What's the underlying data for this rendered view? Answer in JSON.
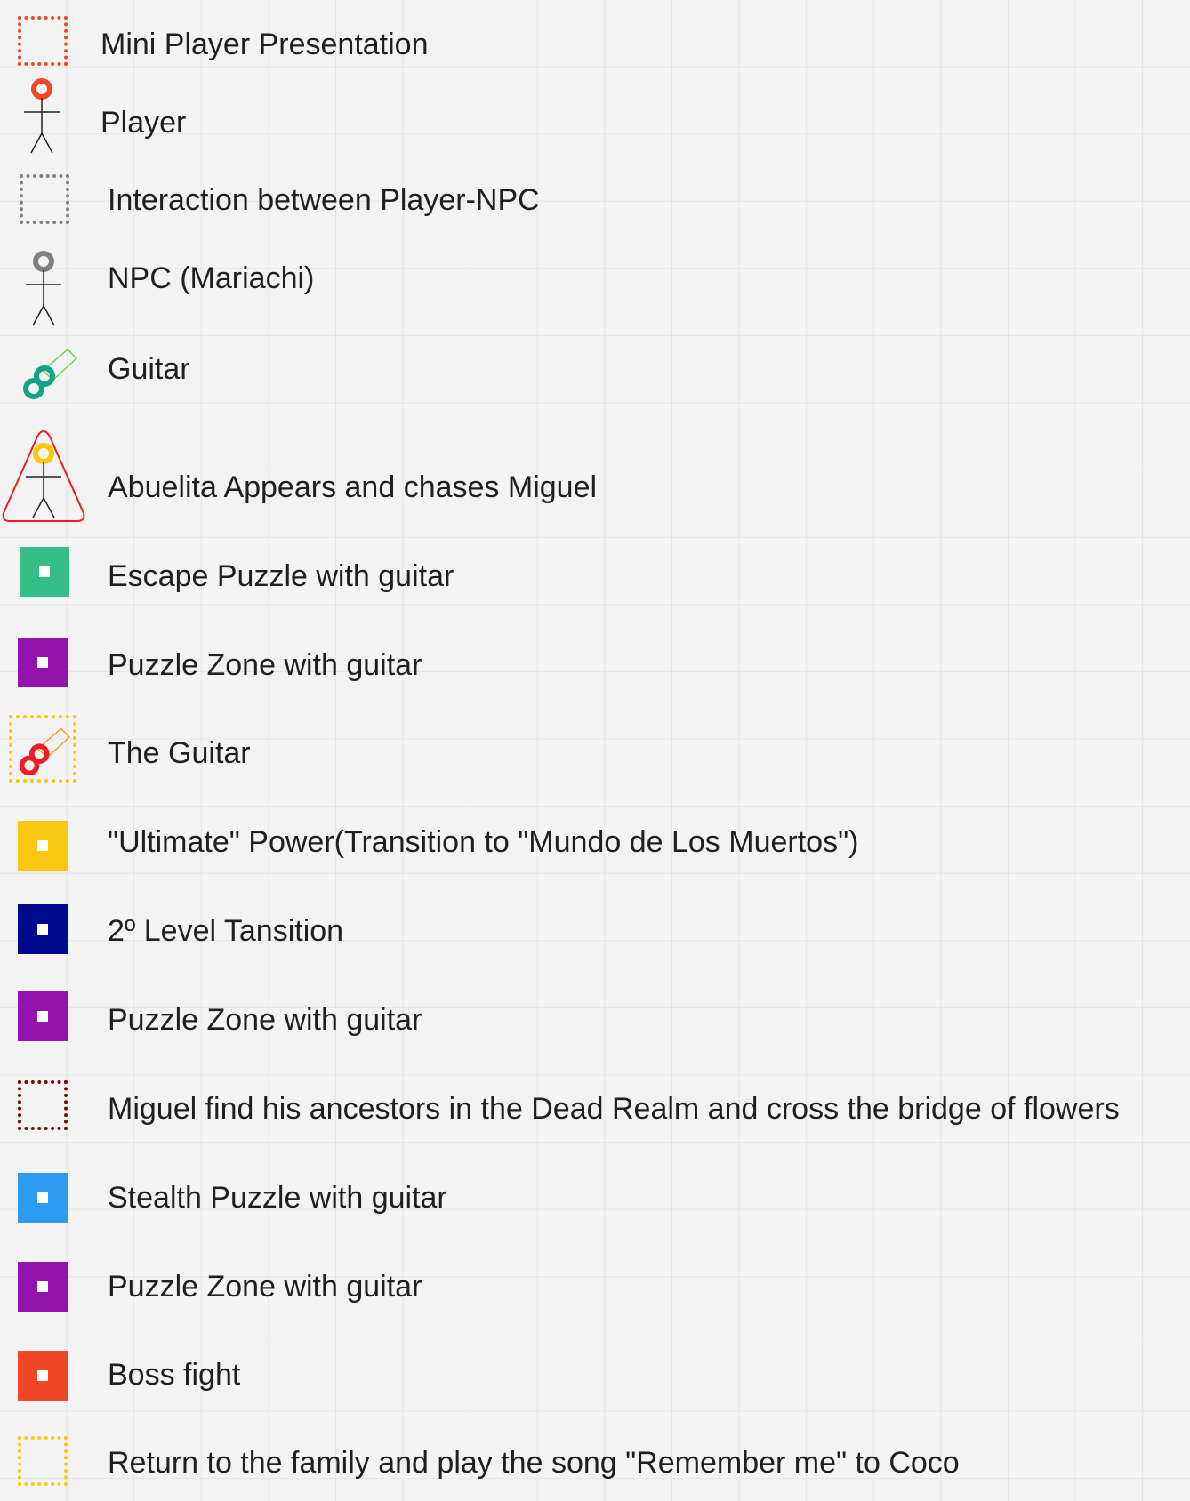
{
  "legend": {
    "items": [
      {
        "icon": "dotted-frame-icon",
        "color": "#f24726",
        "label": "Mini Player Presentation"
      },
      {
        "icon": "stick-figure-icon",
        "color": "#f24726",
        "label": "Player"
      },
      {
        "icon": "dotted-frame-icon",
        "color": "#808080",
        "label": "Interaction between Player-NPC"
      },
      {
        "icon": "stick-figure-icon",
        "color": "#808080",
        "label": "NPC (Mariachi)"
      },
      {
        "icon": "guitar-icon",
        "color": "#12a585",
        "label": "Guitar"
      },
      {
        "icon": "warning-triangle-figure-icon",
        "color": "#ee1c24",
        "label": "Abuelita Appears and chases Miguel"
      },
      {
        "icon": "square-icon",
        "color": "#35bc87",
        "label": "Escape Puzzle with guitar"
      },
      {
        "icon": "square-icon",
        "color": "#9214ad",
        "label": "Puzzle Zone with guitar"
      },
      {
        "icon": "framed-guitar-icon",
        "color": "#ee1c24",
        "label": "The Guitar"
      },
      {
        "icon": "square-icon",
        "color": "#fac710",
        "label": "\"Ultimate\" Power(Transition to \"Mundo de Los Muertos\")"
      },
      {
        "icon": "square-icon",
        "color": "#000a8f",
        "label": "2º Level Tansition"
      },
      {
        "icon": "square-icon",
        "color": "#9214ad",
        "label": "Puzzle Zone with guitar"
      },
      {
        "icon": "dotted-frame-icon",
        "color": "#7a0a0a",
        "label": "Miguel find his ancestors in the Dead Realm and cross the bridge of flowers"
      },
      {
        "icon": "square-icon",
        "color": "#2d9bf0",
        "label": "Stealth Puzzle with guitar"
      },
      {
        "icon": "square-icon",
        "color": "#9214ad",
        "label": "Puzzle Zone with guitar"
      },
      {
        "icon": "square-icon",
        "color": "#f24726",
        "label": "Boss fight"
      },
      {
        "icon": "dotted-frame-icon",
        "color": "#fac710",
        "label": "Return to the family and play the song \"Remember me\" to Coco"
      }
    ]
  }
}
